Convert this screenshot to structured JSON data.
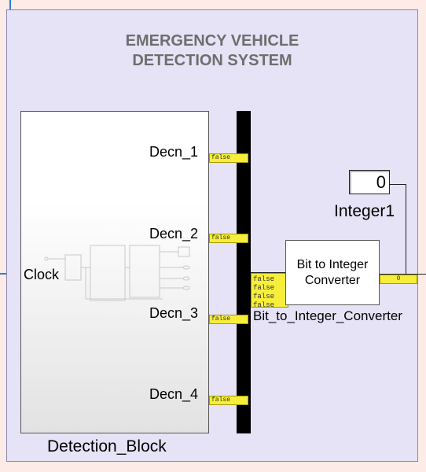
{
  "area": {
    "title": "EMERGENCY VEHICLE\nDETECTION SYSTEM"
  },
  "detection_block": {
    "name": "Detection_Block",
    "input_label": "Clock",
    "outputs": [
      "Decn_1",
      "Decn_2",
      "Decn_3",
      "Decn_4"
    ]
  },
  "displays": {
    "decn1": "false",
    "decn2": "false",
    "decn3": "false",
    "decn4": "false",
    "mux_values": [
      "false",
      "false",
      "false",
      "false"
    ],
    "converter_out": "0"
  },
  "converter": {
    "label": "Bit to Integer\nConverter",
    "name": "Bit_to_Integer_Converter"
  },
  "integer_display": {
    "value": "0",
    "name": "Integer1"
  },
  "colors": {
    "area_fill": "#e6e3f6",
    "canvas": "#fcebe6",
    "display_fill": "#f6ee3a",
    "signal_line": "#2f7fd6"
  }
}
